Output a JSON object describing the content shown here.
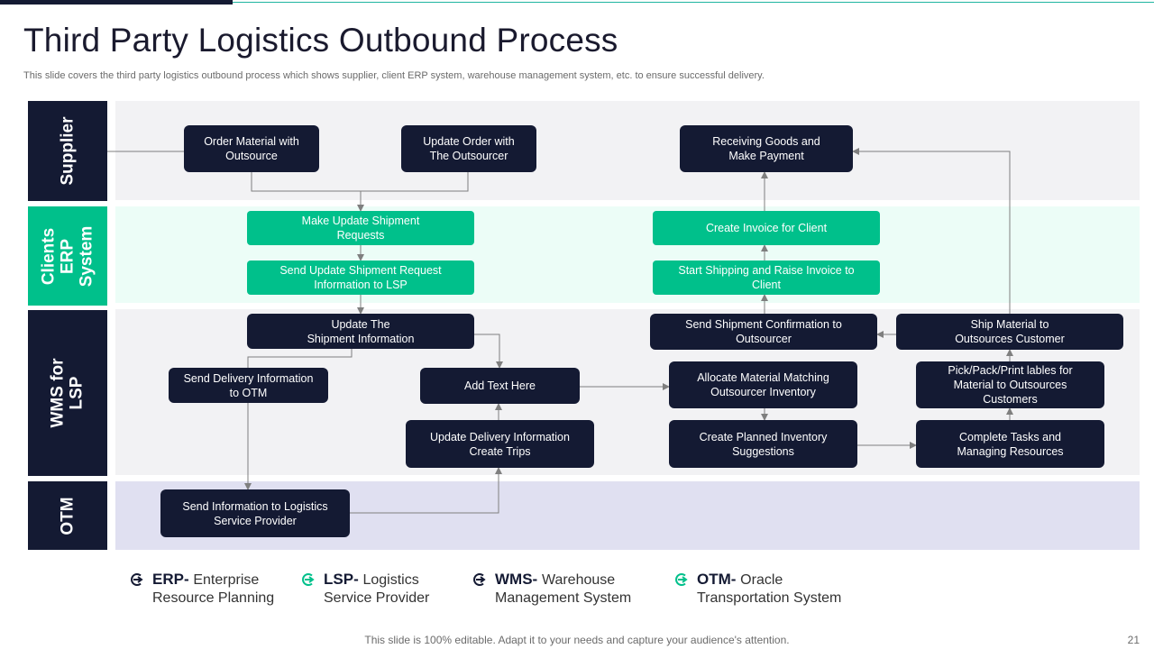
{
  "slide": {
    "title": "Third Party Logistics Outbound Process",
    "subtitle": "This slide covers the third party logistics outbound process which shows supplier, client ERP system, warehouse management system, etc. to ensure successful delivery.",
    "footer": "This slide is 100% editable. Adapt it to your needs and capture your audience's attention.",
    "page_number": "21"
  },
  "lanes": {
    "supplier": "Supplier",
    "erp": "Clients\nERP\nSystem",
    "wms": "WMS for\nLSP",
    "otm": "OTM"
  },
  "boxes": {
    "order_material": "Order Material with\nOutsource",
    "update_order": "Update Order with\nThe Outsourcer",
    "receiving_goods": "Receiving Goods and\nMake Payment",
    "make_update_shipment": "Make Update Shipment\nRequests",
    "send_update_shipment": "Send Update Shipment Request\nInformation to LSP",
    "create_invoice": "Create Invoice for Client",
    "start_shipping": "Start Shipping and Raise Invoice to\nClient",
    "update_shipment_info": "Update The\nShipment Information",
    "send_delivery_info": "Send Delivery Information\nto OTM",
    "add_text": "Add Text Here",
    "update_delivery": "Update Delivery Information\nCreate Trips",
    "send_shipment_confirmation": "Send Shipment Confirmation to\nOutsourcer",
    "allocate_material": "Allocate Material Matching\nOutsourcer Inventory",
    "create_planned": "Create Planned Inventory\nSuggestions",
    "ship_material": "Ship Material to\nOutsources Customer",
    "pick_pack": "Pick/Pack/Print lables for\nMaterial to Outsources\nCustomers",
    "complete_tasks": "Complete Tasks and\nManaging Resources",
    "send_info_lsp": "Send Information to Logistics\nService Provider"
  },
  "legend": [
    {
      "abbr": "ERP",
      "sep": "- ",
      "line1": "Enterprise",
      "line2": "Resource Planning",
      "icon": "target-arrow-icon",
      "color": "#141a33"
    },
    {
      "abbr": "LSP",
      "sep": "- ",
      "line1": "Logistics",
      "line2": "Service Provider",
      "icon": "target-arrow-icon",
      "color": "#00c08b"
    },
    {
      "abbr": "WMS",
      "sep": "- ",
      "line1": "Warehouse",
      "line2": "Management System",
      "icon": "target-arrow-icon",
      "color": "#141a33"
    },
    {
      "abbr": "OTM",
      "sep": "- ",
      "line1": "Oracle",
      "line2": "Transportation System",
      "icon": "target-arrow-icon",
      "color": "#00c08b"
    }
  ],
  "colors": {
    "navy": "#141a33",
    "green": "#00c08b",
    "supplier_bg": "#f2f2f4",
    "erp_bg": "#ecfdf7",
    "wms_bg": "#f2f2f4",
    "otm_bg": "#e0e0f1",
    "connector": "#7f7f7f"
  }
}
